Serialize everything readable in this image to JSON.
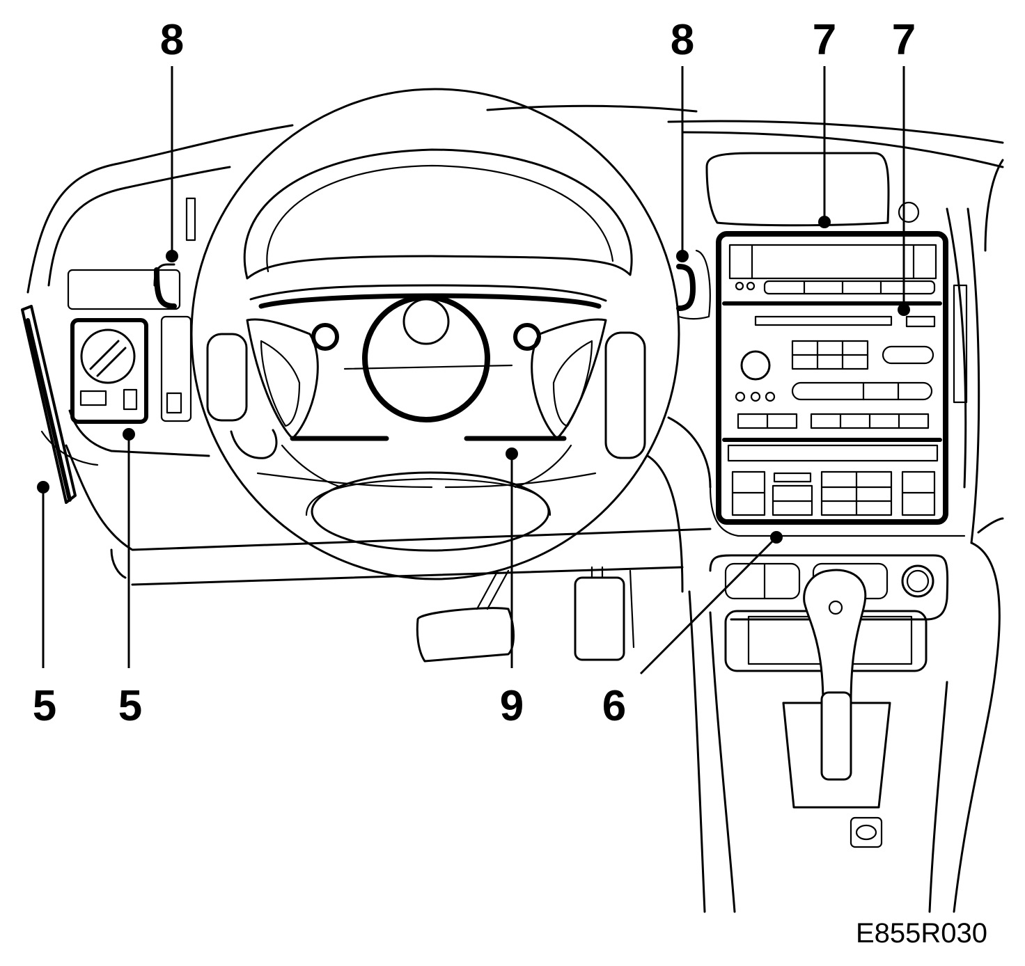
{
  "diagram": {
    "callouts": [
      {
        "id": "left-top-8",
        "label": "8"
      },
      {
        "id": "right-top-8",
        "label": "8"
      },
      {
        "id": "top-7-a",
        "label": "7"
      },
      {
        "id": "top-7-b",
        "label": "7"
      },
      {
        "id": "bottom-5-a",
        "label": "5"
      },
      {
        "id": "bottom-5-b",
        "label": "5"
      },
      {
        "id": "bottom-9",
        "label": "9"
      },
      {
        "id": "bottom-6",
        "label": "6"
      }
    ],
    "reference_code": "E855R030"
  }
}
